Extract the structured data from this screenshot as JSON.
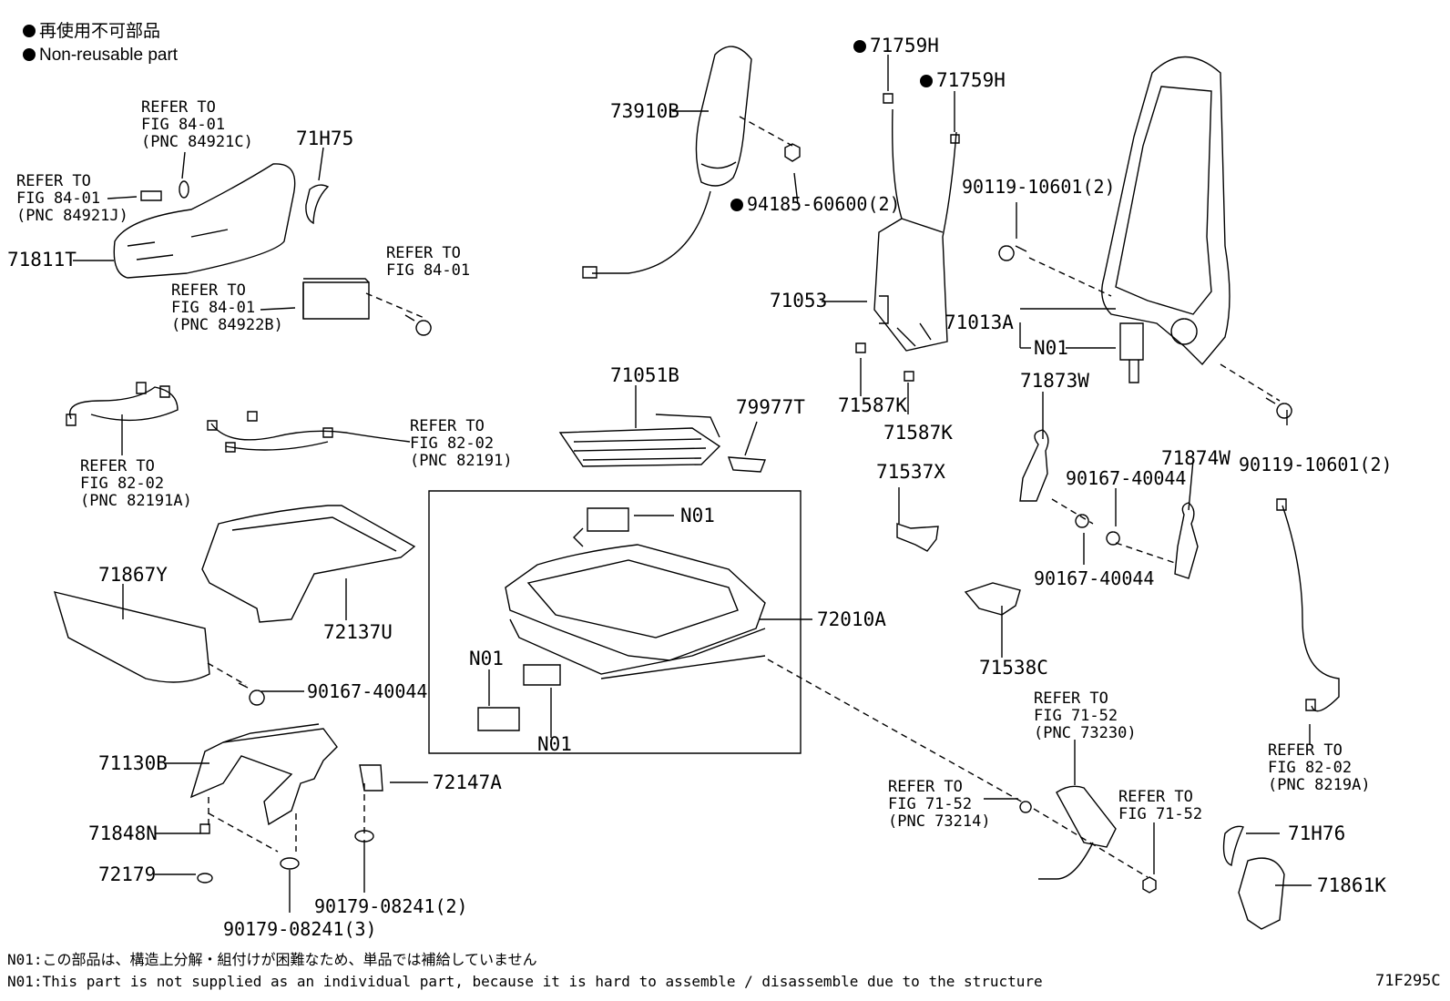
{
  "legend": {
    "jp": "再使用不可部品",
    "en": "Non-reusable part"
  },
  "labels": {
    "p71759H_1": "71759H",
    "p71759H_2": "71759H",
    "p73910B": "73910B",
    "p94185": "94185-60600(2)",
    "p71H75": "71H75",
    "p71811T": "71811T",
    "p71053": "71053",
    "p71013A": "71013A",
    "pN01_seatback": "N01",
    "p90119_top": "90119-10601(2)",
    "p90119_bottom": "90119-10601(2)",
    "p71587K_1": "71587K",
    "p71587K_2": "71587K",
    "p71873W": "71873W",
    "p71874W": "71874W",
    "p90167_a": "90167-40044",
    "p90167_b": "90167-40044",
    "p90167_c": "90167-40044",
    "p71051B": "71051B",
    "p79977T": "79977T",
    "p71537X": "71537X",
    "p71538C": "71538C",
    "p71867Y": "71867Y",
    "p72137U": "72137U",
    "pN01_track_top": "N01",
    "pN01_track_left": "N01",
    "pN01_track_bottom": "N01",
    "p72010A": "72010A",
    "p71130B": "71130B",
    "p72147A": "72147A",
    "p71848N": "71848N",
    "p72179": "72179",
    "p90179_2": "90179-08241(2)",
    "p90179_3": "90179-08241(3)",
    "p71H76": "71H76",
    "p71861K": "71861K"
  },
  "refers": {
    "r84921C": "REFER TO\nFIG 84-01\n(PNC 84921C)",
    "r84921J": "REFER TO\nFIG 84-01\n(PNC 84921J)",
    "r84922B": "REFER TO\nFIG 84-01\n(PNC 84922B)",
    "r8401": "REFER TO\nFIG 84-01",
    "r82191A": "REFER TO\nFIG 82-02\n(PNC 82191A)",
    "r82191": "REFER TO\nFIG 82-02\n(PNC 82191)",
    "r73230": "REFER TO\nFIG 71-52\n(PNC 73230)",
    "r73214": "REFER TO\nFIG 71-52\n(PNC 73214)",
    "r7152": "REFER TO\nFIG 71-52",
    "r8219A": "REFER TO\nFIG 82-02\n(PNC 8219A)"
  },
  "notes": {
    "jp": "N01:この部品は、構造上分解・組付けが困難なため、単品では補給していません",
    "en": "N01:This part is not supplied as an individual part, because it is hard to assemble / disassemble due to the structure"
  },
  "figure_code": "71F295C"
}
